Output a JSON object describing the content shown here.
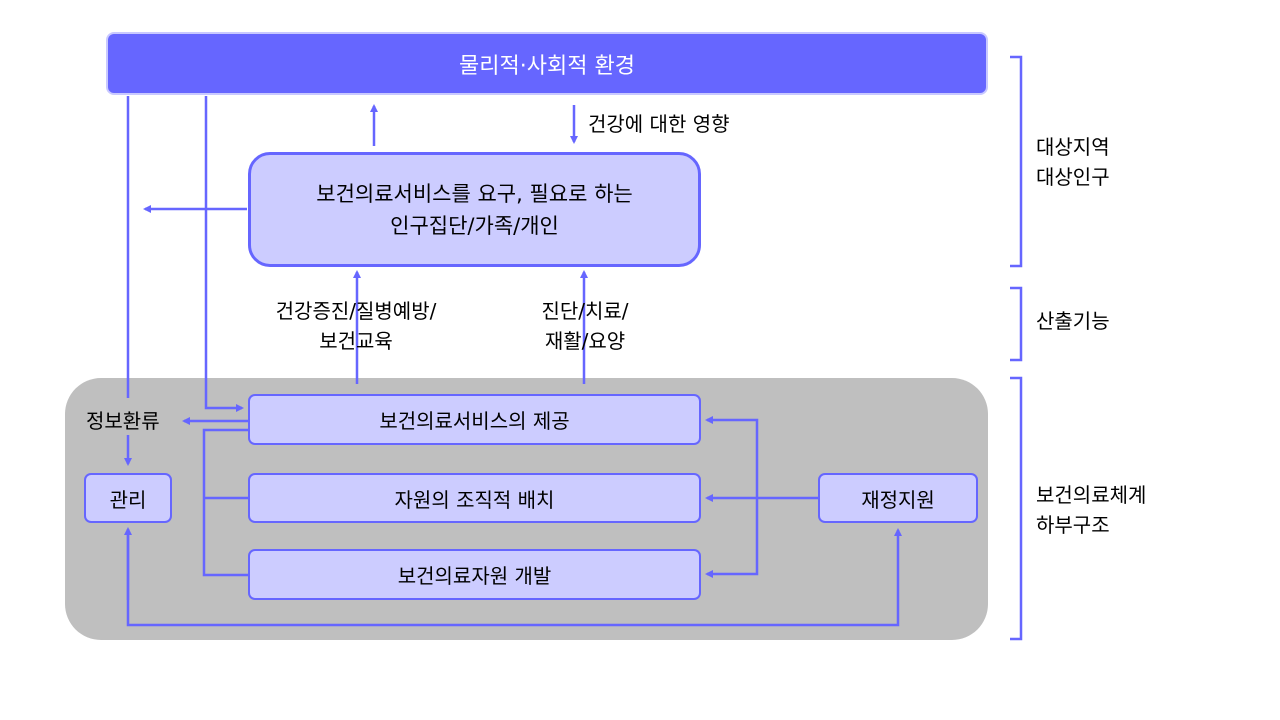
{
  "environment_label": "물리적·사회적 환경",
  "health_effect_label": "건강에 대한 영향",
  "population_box": {
    "line1": "보건의료서비스를 요구, 필요로 하는",
    "line2": "인구집단/가족/개인"
  },
  "function_left": {
    "line1": "건강증진/질병예방/",
    "line2": "보건교육"
  },
  "function_right": {
    "line1": "진단/치료/",
    "line2": "재활/요양"
  },
  "info_feedback_label": "정보환류",
  "service_provision_label": "보건의료서비스의 제공",
  "resource_org_label": "자원의 조직적 배치",
  "resource_dev_label": "보건의료자원 개발",
  "management_label": "관리",
  "finance_label": "재정지원",
  "side_labels": {
    "target": {
      "line1": "대상지역",
      "line2": "대상인구"
    },
    "output": {
      "line1": "산출기능"
    },
    "system": {
      "line1": "보건의료체계",
      "line2": "하부구조"
    }
  },
  "colors": {
    "accent": "#6666ff",
    "box_fill": "#ccccff",
    "panel": "#bfbfbf",
    "bracket": "#6666ff"
  }
}
